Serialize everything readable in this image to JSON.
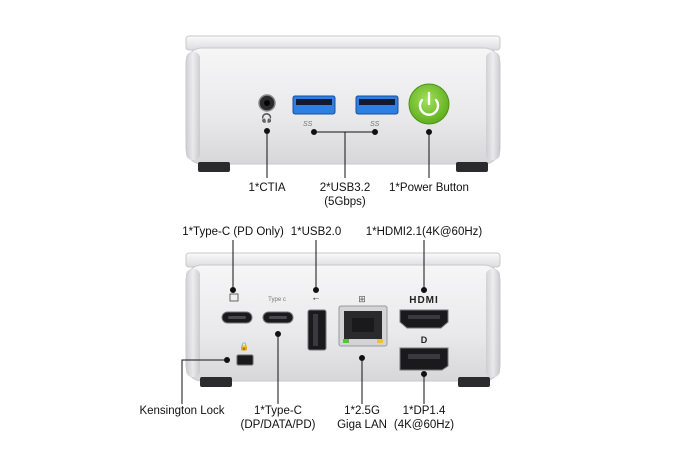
{
  "front": {
    "labels": {
      "ctia": "1*CTIA",
      "usb32_line1": "2*USB3.2",
      "usb32_line2": "(5Gbps)",
      "power": "1*Power Button"
    },
    "usb_logo_text": "SS",
    "colors": {
      "power_green": "#7dc832",
      "usb3_blue": "#2f7fe0"
    }
  },
  "rear": {
    "labels": {
      "typec_pd": "1*Type-C (PD Only)",
      "usb20": "1*USB2.0",
      "hdmi": "1*HDMI2.1(4K@60Hz)",
      "kensington": "Kensington Lock",
      "typec_data_line1": "1*Type-C",
      "typec_data_line2": "(DP/DATA/PD)",
      "lan_line1": "1*2.5G",
      "lan_line2": "Giga LAN",
      "dp_line1": "1*DP1.4",
      "dp_line2": "(4K@60Hz)"
    },
    "port_text": {
      "typec": "Type c",
      "hdmi": "HDMI"
    }
  }
}
